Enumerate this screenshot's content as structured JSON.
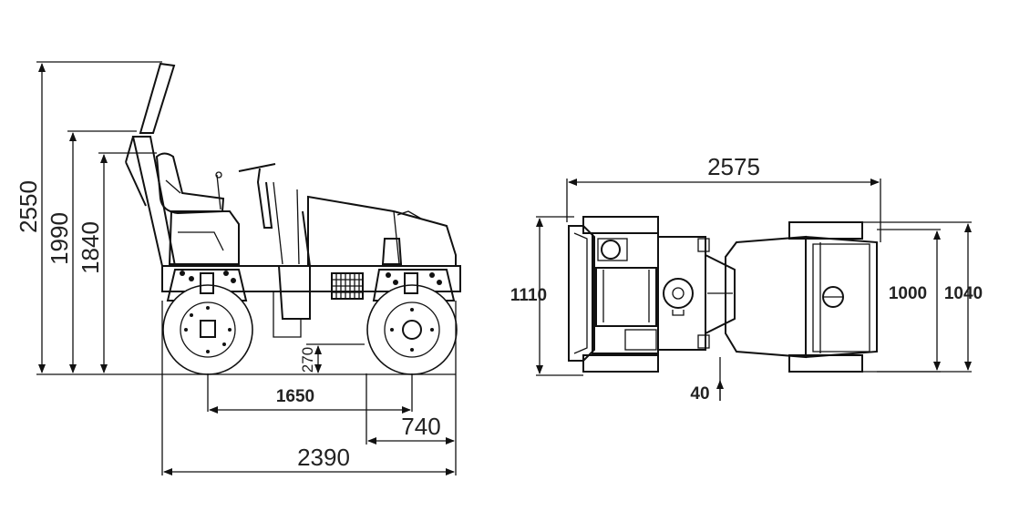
{
  "dimensions": {
    "overall_height": "2550",
    "height_1990": "1990",
    "height_1840": "1840",
    "ground_clearance": "270",
    "wheelbase": "1650",
    "overhang": "740",
    "overall_length_side": "2390",
    "overall_length_top": "2575",
    "overall_width": "1110",
    "drum_width": "1000",
    "width_1040": "1040",
    "offset": "40"
  }
}
